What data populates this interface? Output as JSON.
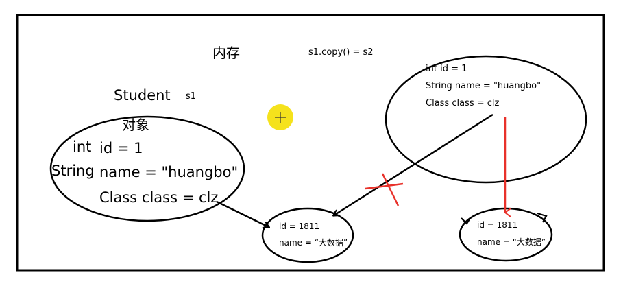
{
  "canvas": {
    "title": "内存",
    "copy_expr": "s1.copy()  = s2"
  },
  "s1": {
    "class_name": "Student",
    "var_name": "s1",
    "kind": "对象",
    "field1_type": "int",
    "field1": "id = 1",
    "field2_type": "String",
    "field2": "name = \"huangbo\"",
    "field3": "Class class = clz"
  },
  "s2": {
    "line1": "int id = 1",
    "line2": "String name = \"huangbo\"",
    "line3": "Class class = clz"
  },
  "clz_original": {
    "line1": "id = 1811",
    "line2": "name = “大数据”"
  },
  "clz_copy": {
    "line1": "id = 1811",
    "line2": "name = “大数据”"
  },
  "colors": {
    "ink": "#000000",
    "cross": "#e8312a",
    "deep_copy_arrow": "#e8312a",
    "cursor": "#f5e21c"
  }
}
